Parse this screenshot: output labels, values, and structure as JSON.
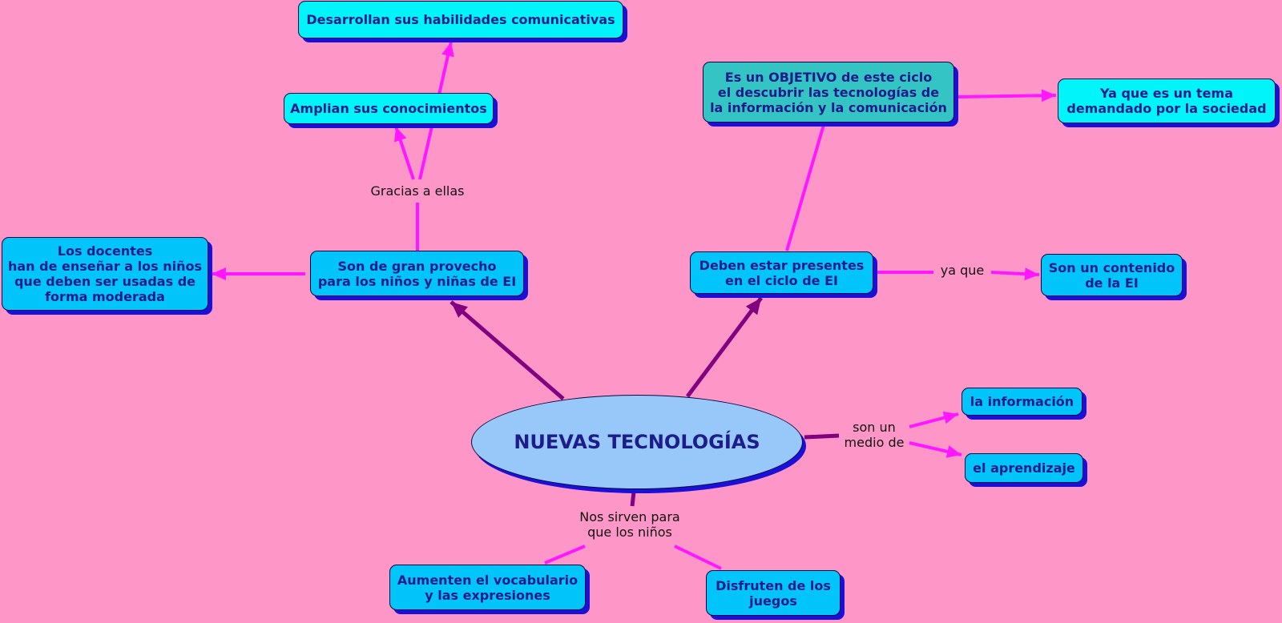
{
  "center": "NUEVAS TECNOLOGÍAS",
  "nodes": {
    "habilidades": "Desarrollan sus habilidades comunicativas",
    "amplian": "Amplian sus conocimientos",
    "provecho": "Son de gran provecho\npara los niños y niñas de EI",
    "docentes": "Los docentes\nhan de enseñar a los niños\nque deben ser usadas de\nforma moderada",
    "objetivo": "Es un OBJETIVO de este ciclo\nel descubrir las tecnologías de\nla información y la comunicación",
    "demandado": "Ya que es un tema\ndemandado por la sociedad",
    "presentes": "Deben estar presentes\nen el ciclo de EI",
    "contenido": "Son un contenido\nde la EI",
    "informacion": "la información",
    "aprendizaje": "el aprendizaje",
    "vocabulario": "Aumenten el vocabulario\ny las expresiones",
    "juegos": "Disfruten de los\njuegos"
  },
  "linking_phrases": {
    "gracias": "Gracias a ellas",
    "ya_que": "ya que",
    "son_medio": "son un\nmedio de",
    "sirven": "Nos sirven para\nque los niños"
  },
  "colors": {
    "background": "#ff96c8",
    "node_blue": "#00c4fa",
    "node_cyan": "#00f4fa",
    "node_teal": "#34c4c4",
    "center_fill": "#98c8fa",
    "shadow": "#1a10d8",
    "text": "#1c1c8a",
    "connector_primary": "#800080",
    "connector_secondary": "#ff18ff"
  }
}
